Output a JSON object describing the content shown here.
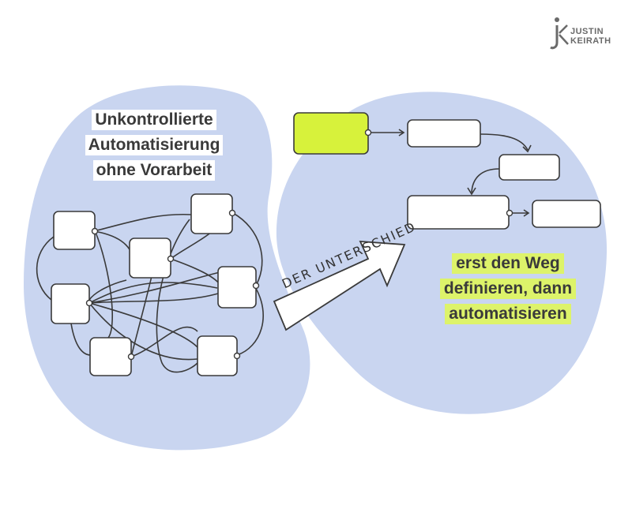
{
  "logo": {
    "line1": "JUSTIN",
    "line2": "KEIRATH"
  },
  "left": {
    "title_lines": [
      "Unkontrollierte",
      "Automatisierung",
      "ohne Vorarbeit"
    ]
  },
  "arrow": {
    "label": "DER UNTERSCHIED"
  },
  "right": {
    "title_lines": [
      "erst den Weg",
      "definieren, dann",
      "automatisieren"
    ]
  },
  "colors": {
    "blob": "#c9d5f0",
    "node_fill": "#ffffff",
    "node_stroke": "#3a3a3a",
    "highlight": "#ddf36a",
    "start_node": "#d7f23b"
  }
}
